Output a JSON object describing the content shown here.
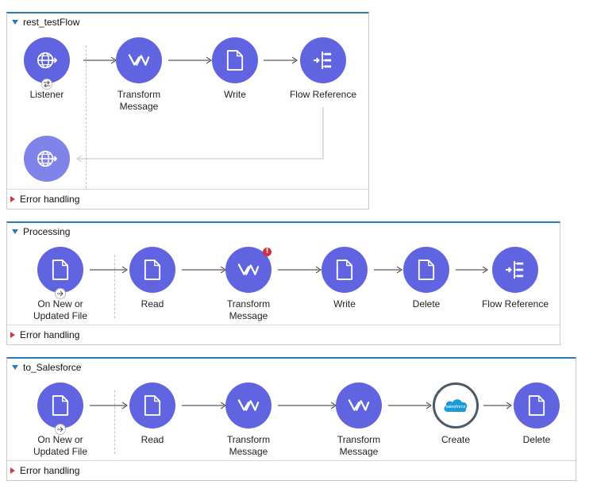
{
  "flows": [
    {
      "name": "rest_testFlow",
      "nodes": [
        {
          "label": "Listener",
          "icon": "globe-arrow-icon"
        },
        {
          "label": "Transform\nMessage",
          "icon": "transform-icon"
        },
        {
          "label": "Write",
          "icon": "file-icon"
        },
        {
          "label": "Flow Reference",
          "icon": "flow-reference-icon"
        }
      ],
      "response_node": {
        "icon": "globe-arrow-icon"
      },
      "error_handling": "Error handling"
    },
    {
      "name": "Processing",
      "nodes": [
        {
          "label": "On New or\nUpdated File",
          "icon": "file-icon"
        },
        {
          "label": "Read",
          "icon": "file-icon"
        },
        {
          "label": "Transform\nMessage",
          "icon": "transform-icon",
          "badge": "!"
        },
        {
          "label": "Write",
          "icon": "file-icon"
        },
        {
          "label": "Delete",
          "icon": "file-icon"
        },
        {
          "label": "Flow Reference",
          "icon": "flow-reference-icon"
        }
      ],
      "error_handling": "Error handling"
    },
    {
      "name": "to_Salesforce",
      "nodes": [
        {
          "label": "On New or\nUpdated File",
          "icon": "file-icon"
        },
        {
          "label": "Read",
          "icon": "file-icon"
        },
        {
          "label": "Transform\nMessage",
          "icon": "transform-icon"
        },
        {
          "label": "Transform\nMessage",
          "icon": "transform-icon"
        },
        {
          "label": "Create",
          "icon": "salesforce-icon",
          "logo_text": "salesforce"
        },
        {
          "label": "Delete",
          "icon": "file-icon"
        }
      ],
      "error_handling": "Error handling"
    }
  ],
  "colors": {
    "node": "#6064e0",
    "node_faded": "#8083e8",
    "flow_border_top": "#2b7bb9",
    "error_arrow": "#d13b3b",
    "badge": "#d0323a",
    "salesforce_cloud": "#1b9ad6"
  }
}
